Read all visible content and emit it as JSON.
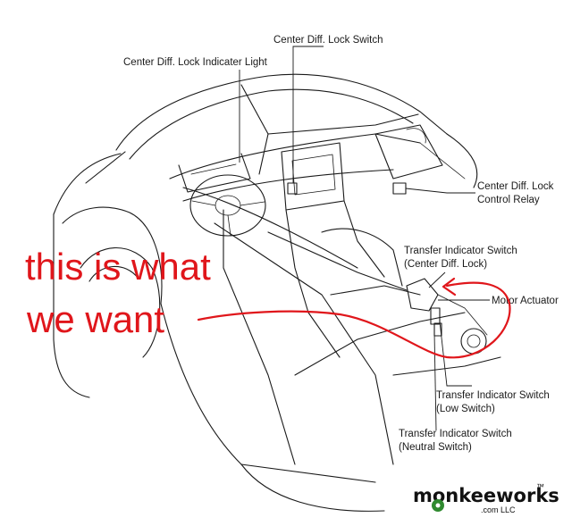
{
  "labels": {
    "center_diff_lock_switch": "Center Diff. Lock Switch",
    "center_diff_lock_indicator_light": "Center Diff. Lock Indicater Light",
    "center_diff_lock_control_relay_line1": "Center  Diff.  Lock",
    "center_diff_lock_control_relay_line2": "Control Relay",
    "transfer_indicator_center_line1": "Transfer Indicator Switch",
    "transfer_indicator_center_line2": "(Center Diff. Lock)",
    "motor_actuator": "Motor Actuator",
    "transfer_indicator_low_line1": "Transfer Indicator Switch",
    "transfer_indicator_low_line2": "(Low Switch)",
    "transfer_indicator_neutral_line1": "Transfer Indicator Switch",
    "transfer_indicator_neutral_line2": "(Neutral Switch)"
  },
  "annotation": {
    "line1": "this is what",
    "line2": "we want",
    "color": "#e0161b"
  },
  "watermark": {
    "brand": "monkeeworks",
    "sub": ".com LLC",
    "mark": "™"
  },
  "colors": {
    "ink": "#1a1a1a",
    "annotation": "#e0161b",
    "gear": "#2f8a2f"
  }
}
